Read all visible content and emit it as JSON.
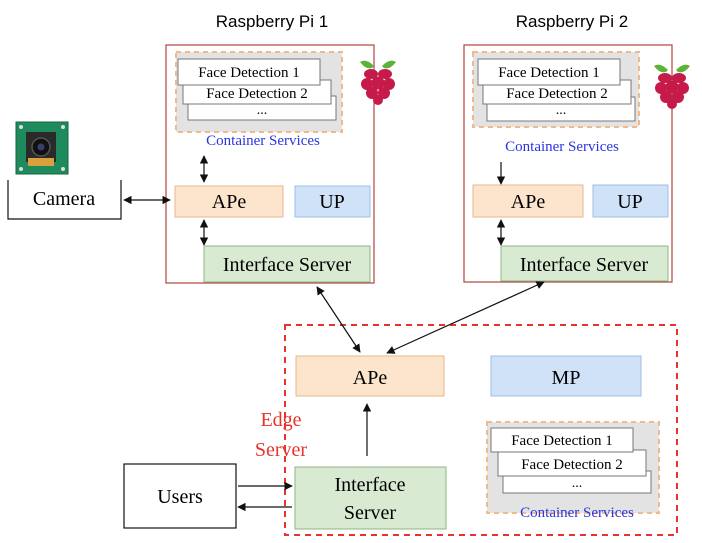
{
  "colors": {
    "ape_fill": "#fde5cd",
    "ape_stroke": "#e8b98a",
    "up_fill": "#cfe2f7",
    "up_stroke": "#9cbfe6",
    "iface_fill": "#d8ead2",
    "iface_stroke": "#8fb784",
    "node_border": "#b5423c",
    "edge_border": "#e8322c",
    "container_text": "#2b35e0",
    "edge_label": "#e8322c"
  },
  "pi1": {
    "title": "Raspberry Pi 1",
    "services": [
      "Face Detection 1",
      "Face Detection 2",
      "..."
    ],
    "container_label": "Container Services",
    "ape": "APe",
    "up": "UP",
    "interface": "Interface Server",
    "logo_icon": "raspberry-pi-logo-icon"
  },
  "pi2": {
    "title": "Raspberry Pi 2",
    "services": [
      "Face Detection 1",
      "Face Detection 2",
      "..."
    ],
    "container_label": "Container Services",
    "ape": "APe",
    "up": "UP",
    "interface": "Interface Server",
    "logo_icon": "raspberry-pi-logo-icon"
  },
  "camera": {
    "label": "Camera",
    "icon": "camera-module-icon"
  },
  "edge": {
    "label_line1": "Edge",
    "label_line2": "Server",
    "ape": "APe",
    "mp": "MP",
    "interface_line1": "Interface",
    "interface_line2": "Server",
    "services": [
      "Face Detection 1",
      "Face Detection 2",
      "..."
    ],
    "container_label": "Container Services"
  },
  "users": {
    "label": "Users"
  }
}
